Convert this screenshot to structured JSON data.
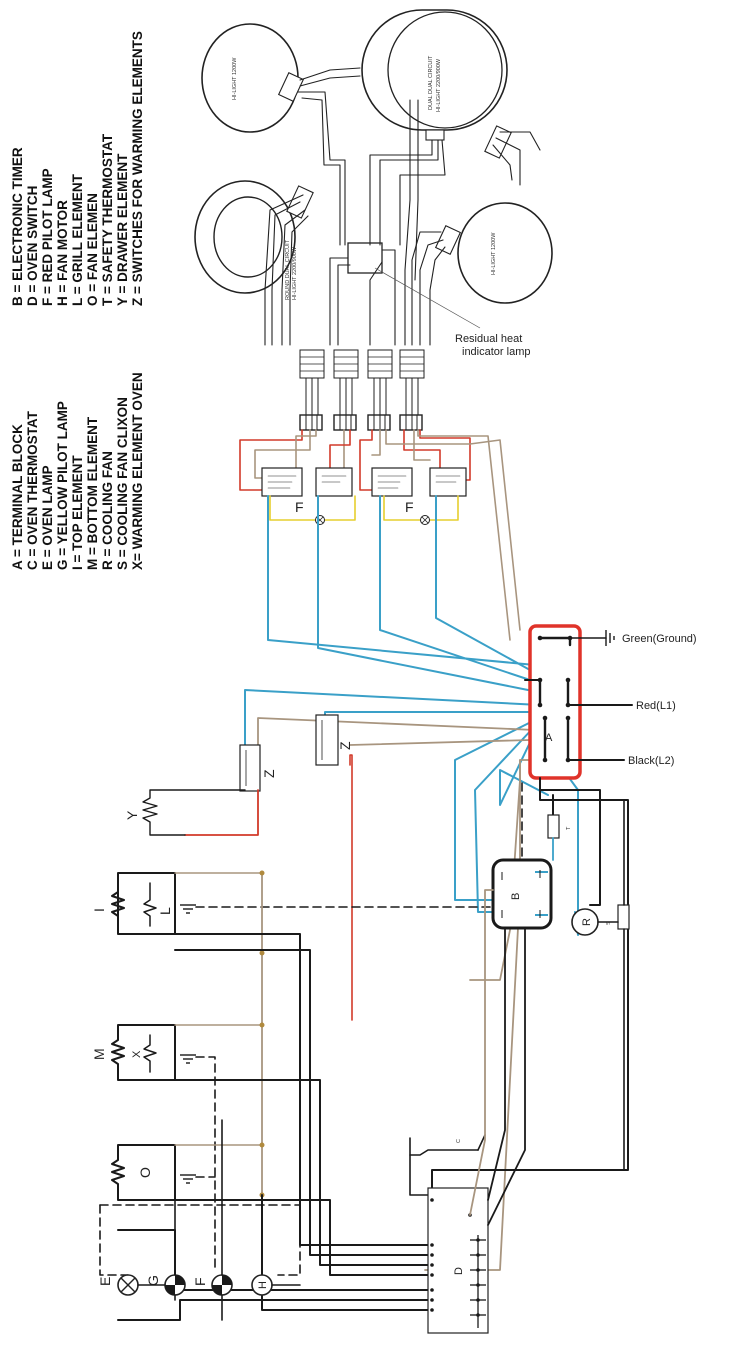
{
  "legend_left": [
    "A = TERMINAL BLOCK",
    "C = OVEN THERMOSTAT",
    "E = OVEN LAMP",
    "G = YELLOW PILOT LAMP",
    "I = TOP ELEMENT",
    "M = BOTTOM ELEMENT",
    "R = COOLING FAN",
    "S = COOLING FAN CLIXON",
    "X= WARMING ELEMENT OVEN"
  ],
  "legend_right": [
    "B = ELECTRONIC TIMER",
    "D = OVEN SWITCH",
    "F = RED PILOT LAMP",
    "H = FAN MOTOR",
    "L = GRILL ELEMENT",
    "O = FAN ELEMEN",
    "T = SAFETY THERMOSTAT",
    "Y = DRAWER ELEMENT",
    "Z = SWITCHES FOR WARMING ELEMENTS"
  ],
  "hob": {
    "burner_top_left": "HI-LIGHT 1200W",
    "burner_top_right_1": "DUAL DUAL CIRCUIT",
    "burner_top_right_2": "HI-LIGHT 2200/900W",
    "burner_bottom_left_1": "ROUND DUAL CIRCUIT",
    "burner_bottom_left_2": "HI-LIGHT 2200/900W",
    "burner_bottom_right": "HI-LIGHT 1200W",
    "residual_lamp_1": "Residual heat",
    "residual_lamp_2": "indicator lamp"
  },
  "terminal": {
    "label": "A",
    "ground": "Green(Ground)",
    "l1": "Red(L1)",
    "l2": "Black(L2)"
  },
  "components": {
    "f1": "F",
    "f2": "F",
    "z1": "Z",
    "z2": "Z",
    "y": "Y",
    "i": "I",
    "l": "L",
    "m": "M",
    "x": "X",
    "o": "O",
    "e": "E",
    "g": "G",
    "f3": "F",
    "h": "H",
    "b": "B",
    "t": "T",
    "r": "R",
    "s": "S",
    "c": "C",
    "d": "D"
  },
  "colors": {
    "blue": "#3aa0c8",
    "red": "#d23a2a",
    "brown": "#a8957f",
    "yellow": "#e6cf2e",
    "black": "#1a1a1a",
    "terminal_red": "#e0332a"
  }
}
